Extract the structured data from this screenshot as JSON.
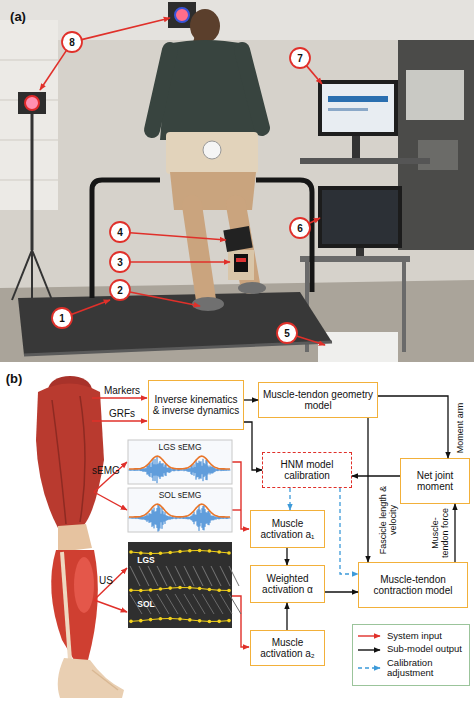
{
  "diagram": {
    "nodes": [
      {
        "text": [
          "Inverse kinematics & inverse dynamics"
        ]
      },
      {
        "text": [
          "Muscle-tendon geometry model"
        ]
      },
      {
        "text": [
          "HNM model calibration"
        ]
      },
      {
        "text": [
          "Net joint moment"
        ]
      },
      {
        "text": [
          "Muscle activation a₁"
        ]
      },
      {
        "text": [
          "Weighted activation α"
        ]
      },
      {
        "text": [
          "Muscle-tendon contraction model"
        ]
      },
      {
        "text": [
          "Muscle activation a₂"
        ]
      }
    ],
    "edges": [
      {
        "from": 0,
        "to": 1,
        "arrow": "to"
      },
      {
        "from": 1,
        "to": 3,
        "arrow": "to",
        "label": "Moment arm"
      },
      {
        "from": 0,
        "to": 2,
        "arrow": "to"
      },
      {
        "from": 3,
        "to": 2,
        "arrow": "to"
      },
      {
        "from": 1,
        "to": 6,
        "arrow": "to",
        "label": "Fascicle length & velocity"
      },
      {
        "from": 6,
        "to": 3,
        "arrow": "to",
        "label": "Muscle-tendon force"
      },
      {
        "from": 2,
        "to": 4,
        "arrow": "to"
      },
      {
        "from": 2,
        "to": 6,
        "arrow": "to"
      },
      {
        "from": 4,
        "to": 5,
        "arrow": "to"
      },
      {
        "from": 7,
        "to": 5,
        "arrow": "to"
      },
      {
        "from": 5,
        "to": 6,
        "arrow": "to"
      }
    ],
    "labels": [
      "(a)",
      "8",
      "7",
      "6",
      "4",
      "3",
      "2",
      "1",
      "5",
      "(b)",
      "Markers",
      "GRFs",
      "sEMG",
      "LGS sEMG",
      "SOL sEMG",
      "US",
      "LGS",
      "SOL"
    ],
    "legend": [
      {
        "text": "System input"
      },
      {
        "text": "Sub-model output"
      },
      {
        "text": "Calibration adjustment"
      }
    ]
  }
}
